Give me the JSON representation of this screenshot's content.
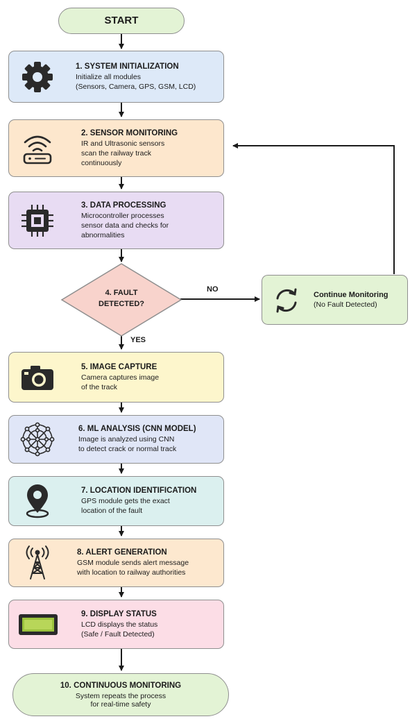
{
  "start": {
    "label": "START"
  },
  "steps": [
    {
      "title": "1. SYSTEM INITIALIZATION",
      "lines": [
        "Initialize all modules",
        "(Sensors, Camera, GPS, GSM, LCD)"
      ],
      "icon": "gear-icon",
      "fill": "#dde9f8"
    },
    {
      "title": "2. SENSOR MONITORING",
      "lines": [
        "IR and Ultrasonic sensors",
        "scan the railway track",
        "continuously"
      ],
      "icon": "wifi-sensor-icon",
      "fill": "#fde7cd"
    },
    {
      "title": "3. DATA PROCESSING",
      "lines": [
        "Microcontroller processes",
        "sensor data and checks for",
        "abnormalities"
      ],
      "icon": "microchip-icon",
      "fill": "#e8dcf3"
    },
    {
      "title": "5. IMAGE CAPTURE",
      "lines": [
        "Camera captures image",
        "of the track"
      ],
      "icon": "camera-icon",
      "fill": "#fdf6cc"
    },
    {
      "title": "6. ML ANALYSIS (CNN MODEL)",
      "lines": [
        "Image is analyzed using CNN",
        "to detect crack or normal track"
      ],
      "icon": "neural-network-icon",
      "fill": "#e0e6f7"
    },
    {
      "title": "7. LOCATION IDENTIFICATION",
      "lines": [
        "GPS module gets the exact",
        "location of the fault"
      ],
      "icon": "location-pin-icon",
      "fill": "#dbf0ef"
    },
    {
      "title": "8. ALERT GENERATION",
      "lines": [
        "GSM module sends alert message",
        "with location to railway authorities"
      ],
      "icon": "antenna-tower-icon",
      "fill": "#fde8cf"
    },
    {
      "title": "9. DISPLAY STATUS",
      "lines": [
        "LCD displays the status",
        "(Safe / Fault Detected)"
      ],
      "icon": "lcd-display-icon",
      "fill": "#fcdde6"
    }
  ],
  "decision": {
    "line1": "4. FAULT",
    "line2": "DETECTED?",
    "fill": "#f8d3cc"
  },
  "branch_no": {
    "label": "NO",
    "title": "Continue Monitoring",
    "subtitle": "(No Fault Detected)",
    "icon": "refresh-cycle-icon",
    "fill": "#e3f3d5"
  },
  "branch_yes": {
    "label": "YES"
  },
  "end": {
    "title": "10. CONTINUOUS MONITORING",
    "line1": "System repeats the process",
    "line2": "for real-time safety"
  }
}
